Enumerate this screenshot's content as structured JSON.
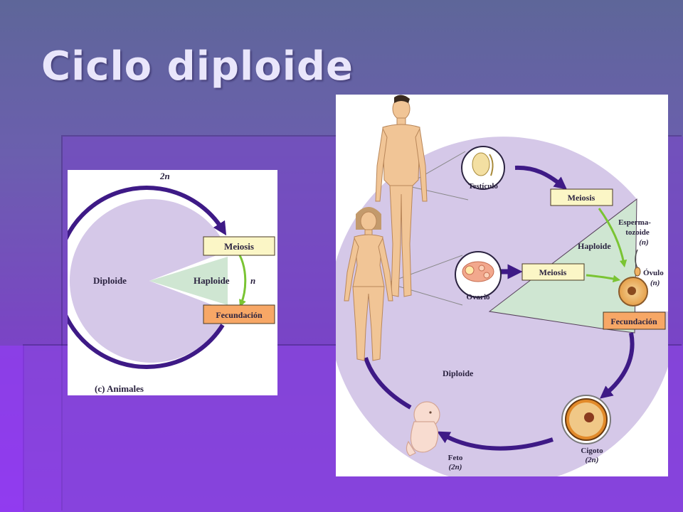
{
  "slide": {
    "title": "Ciclo diploide"
  },
  "left_diagram": {
    "top_label": "2n",
    "meiosis": "Meiosis",
    "diploid": "Diploide",
    "haploid": "Haploide",
    "n_label": "n",
    "fertilization": "Fecundación",
    "caption": "(c) Animales"
  },
  "right_diagram": {
    "testicle": "Testículo",
    "meiosis_male": "Meiosis",
    "sperm_line1": "Esperma-",
    "sperm_line2": "tozoide",
    "sperm_n": "(n)",
    "haploid": "Haploide",
    "ovary": "Ovario",
    "meiosis_female": "Meiosis",
    "ovule": "Óvulo",
    "ovule_n": "(n)",
    "fertilization": "Fecundación",
    "diploid": "Diploide",
    "zygote": "Cigoto",
    "zygote_n": "(2n)",
    "fetus": "Feto",
    "fetus_n": "(2n)"
  },
  "colors": {
    "diploid_fill": "#d5c8e8",
    "haploid_fill": "#cfe6d2",
    "cycle_arrow": "#3e1a86",
    "meiosis_box": "#fbf6c6",
    "fertilization_box": "#f7a766",
    "green_arrow": "#7ac433"
  }
}
